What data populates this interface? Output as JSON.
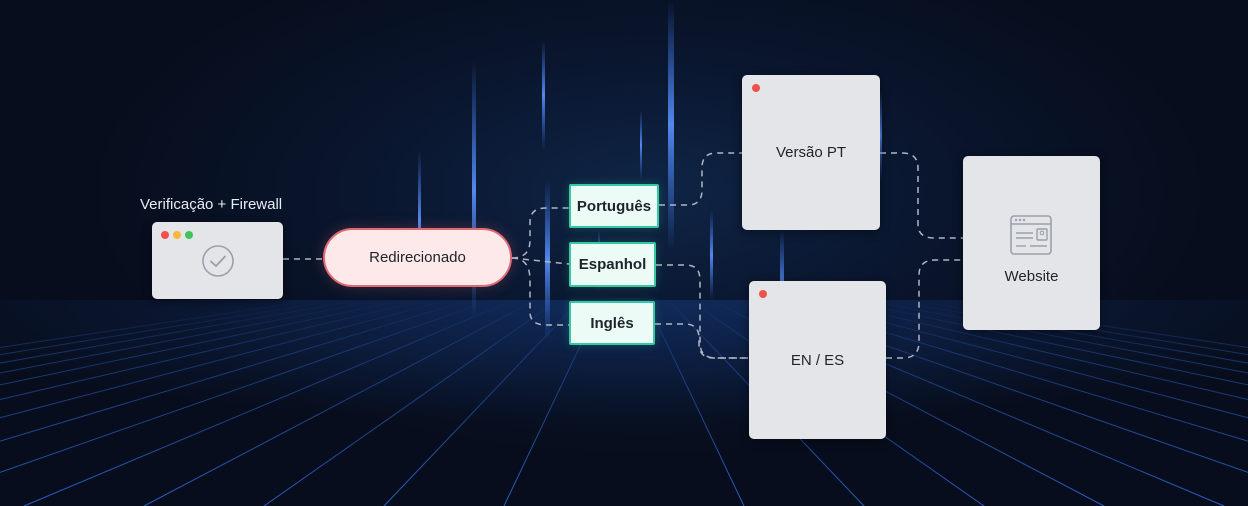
{
  "source": {
    "caption": "Verificação + Firewall"
  },
  "redirect": {
    "label": "Redirecionado"
  },
  "languages": [
    {
      "label": "Português"
    },
    {
      "label": "Espanhol"
    },
    {
      "label": "Inglês"
    }
  ],
  "versions": [
    {
      "label": "Versão PT"
    },
    {
      "label": "EN / ES"
    }
  ],
  "website": {
    "label": "Website"
  },
  "colors": {
    "background": "#070d1c",
    "accent_blue": "#3d7bff",
    "window": "#e4e5e9",
    "redirect_fill": "#fde8ea",
    "redirect_border": "#e06a74",
    "language_fill": "#ecfbf6",
    "language_border": "#35c9a2",
    "dot_red": "#f0504a",
    "dot_yellow": "#f6b73c",
    "dot_green": "#3ec45c",
    "connector": "#aeb6c4"
  },
  "icons": {
    "source_window": "check-circle-icon",
    "website_card": "web-page-icon"
  }
}
